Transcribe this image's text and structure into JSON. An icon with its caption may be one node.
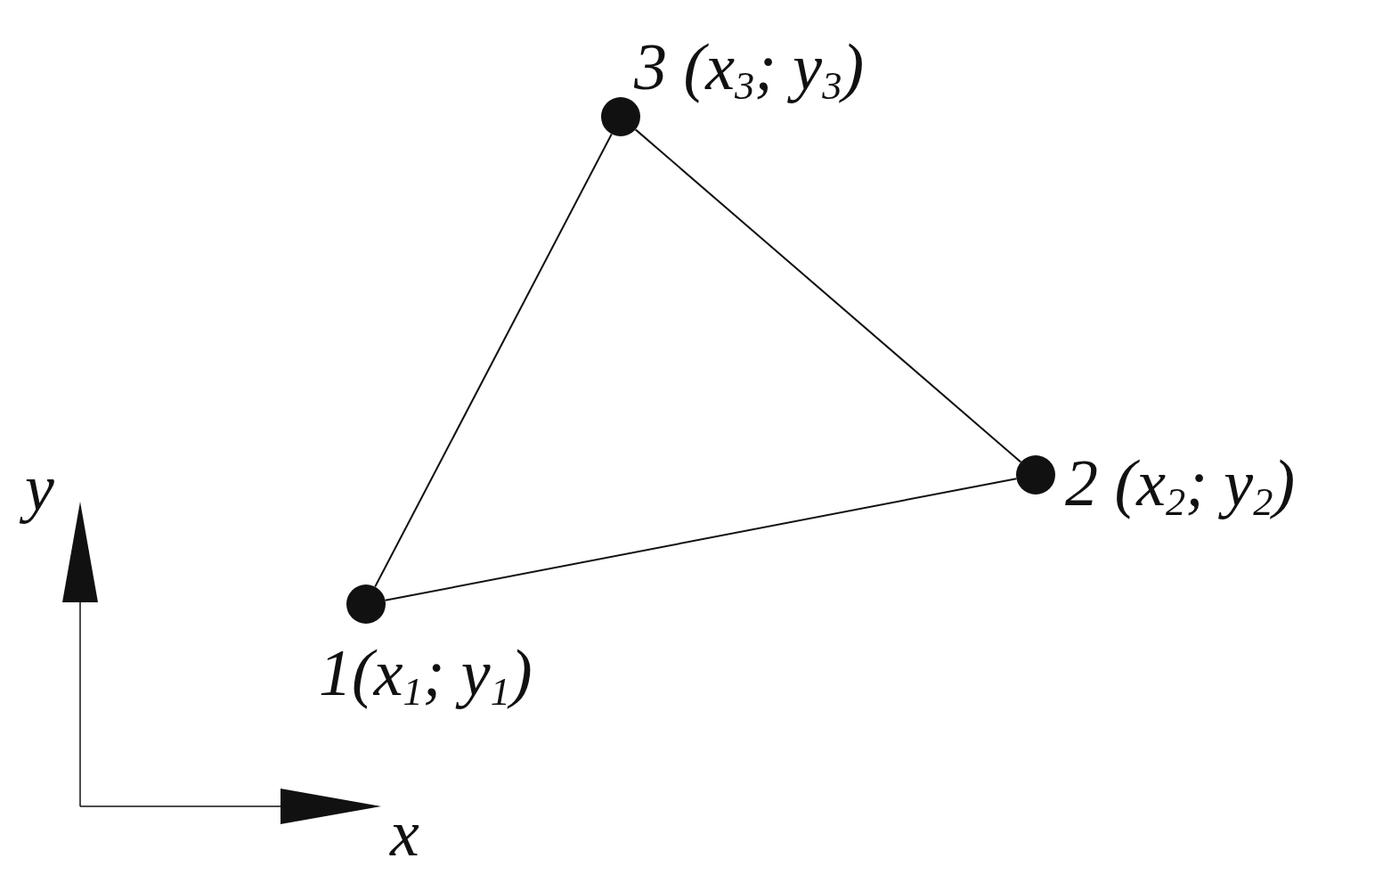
{
  "diagram": {
    "nodes": [
      {
        "text": [],
        "shape": "circle",
        "beside": [
          "3 (x$_{3}$; y$_{3}$)"
        ]
      },
      {
        "text": [],
        "shape": "circle",
        "beside": [
          "2 (x$_{2}$; y$_{2}$)"
        ]
      },
      {
        "text": [],
        "shape": "circle",
        "beside": [
          "1(x$_{1}$; y$_{1}$)"
        ]
      }
    ],
    "edges": [
      {
        "from": 0,
        "to": 1,
        "arrow": "none"
      },
      {
        "from": 1,
        "to": 2,
        "arrow": "none"
      },
      {
        "from": 2,
        "to": 0,
        "arrow": "none"
      }
    ],
    "labels": [
      "y",
      "x"
    ]
  }
}
